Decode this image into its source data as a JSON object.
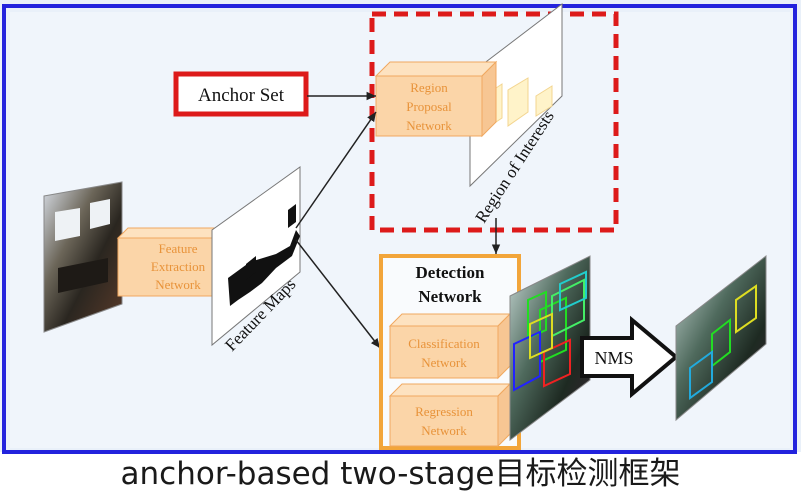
{
  "diagram": {
    "anchor_set_label": "Anchor Set",
    "rpn_label": [
      "Region",
      "Proposal",
      "Network"
    ],
    "roi_label": "Region of Interests",
    "feature_extraction_label": [
      "Feature",
      "Extraction",
      "Network"
    ],
    "feature_maps_label": "Feature Maps",
    "detection_network_label": [
      "Detection",
      "Network"
    ],
    "classification_label": [
      "Classification",
      "Network"
    ],
    "regression_label": [
      "Regression",
      "Network"
    ],
    "nms_label": "NMS",
    "caption": "anchor-based two-stage目标检测框架"
  },
  "colors": {
    "outer_border": "#2222dd",
    "panel_bg": "#e9f0f9",
    "red_box": "#dd1a1a",
    "orange_box": "#f2a53a",
    "block_fill": "#fbd5a8",
    "block_text": "#e8933a"
  }
}
